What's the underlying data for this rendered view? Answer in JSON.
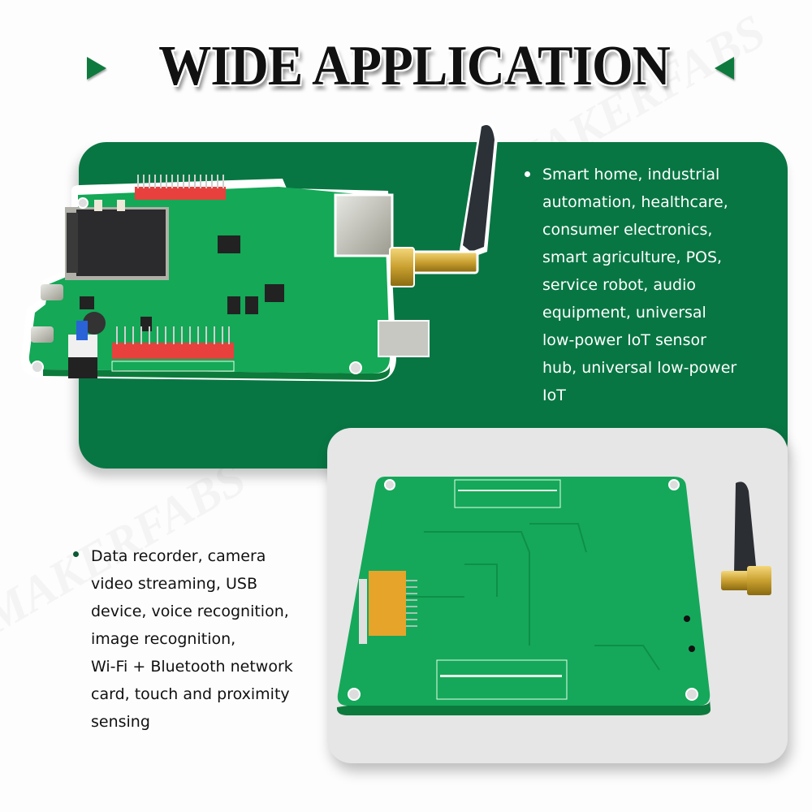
{
  "header": {
    "title": "WIDE APPLICATION",
    "left_arrow_icon": "triangle-right",
    "right_arrow_icon": "triangle-left",
    "accent_color": "#0f7a3e"
  },
  "panels": {
    "green_color": "#087643",
    "gray_color": "#e6e6e6"
  },
  "applications": {
    "top": {
      "bullet_icon": "dot",
      "lines": [
        "Smart home, industrial",
        "automation, healthcare,",
        "consumer electronics,",
        "smart agriculture, POS,",
        "service robot, audio",
        "equipment, universal",
        "low-power IoT sensor",
        "hub, universal low-power",
        "IoT"
      ]
    },
    "bottom": {
      "bullet_icon": "dot",
      "lines": [
        "Data recorder, camera",
        "video streaming, USB",
        "device, voice recognition,",
        "image recognition,",
        "Wi-Fi + Bluetooth network",
        "card, touch and proximity",
        "sensing"
      ]
    }
  },
  "images": {
    "top_board": "development board front with LCD screen, pin headers, RJ45 port, SD slot and antenna",
    "bottom_board": "development board back side with flex cable connector and antenna"
  }
}
